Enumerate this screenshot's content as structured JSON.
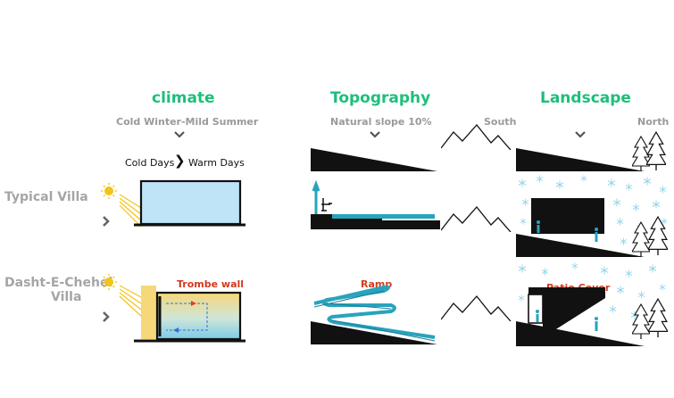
{
  "headings": {
    "climate": "climate",
    "topography": "Topography",
    "landscape": "Landscape"
  },
  "subtitles": {
    "climate": "Cold Winter-Mild Summer",
    "topography": "Natural slope 10%",
    "south": "South",
    "north": "North"
  },
  "days": {
    "cold": "Cold Days",
    "warm": "Warm Days"
  },
  "rows": {
    "typical": "Typical Villa",
    "dasht_line1": "Dasht-E-Chehel",
    "dasht_line2": "Villa"
  },
  "annotations": {
    "trombe": "Trombe wall",
    "ramp": "Ramp",
    "patio": "Patio Cover"
  },
  "colors": {
    "heading": "#1dbf7a",
    "label_red": "#d23a1f",
    "light_blue": "#bfe3f7",
    "teal": "#29a3bd",
    "sun": "#f2c418",
    "snow": "#8fd3ea",
    "trombe_yellow": "#f6d77a"
  },
  "icons": [
    "sun-icon",
    "chevron-down-icon",
    "chevron-right-icon",
    "mountain-icon",
    "pine-tree-icon",
    "snowflake-icon",
    "person-icon",
    "arrow-up-icon"
  ]
}
